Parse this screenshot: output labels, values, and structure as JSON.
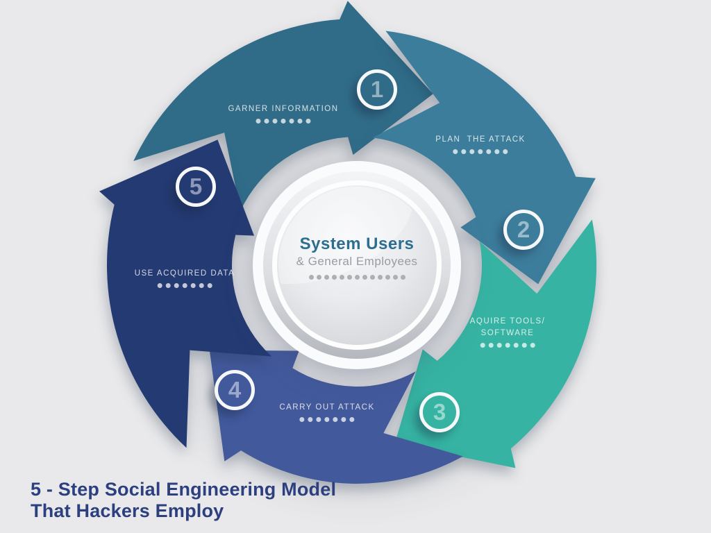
{
  "background": "#e9e9eb",
  "caption": {
    "line1": "5 - Step Social Engineering Model",
    "line2": "That Hackers Employ",
    "color": "#2c4080"
  },
  "center": {
    "title": "System Users",
    "subtitle": "& General Employees",
    "title_color": "#2c6e91",
    "subtitle_color": "#979ba3",
    "dot_count": 13
  },
  "steps": [
    {
      "number": "1",
      "label_lines": [
        "GARNER INFORMATION"
      ],
      "color": "#306c88",
      "dot_count": 7
    },
    {
      "number": "2",
      "label_lines": [
        "PLAN  THE ATTACK"
      ],
      "color": "#3d7d9c",
      "dot_count": 7
    },
    {
      "number": "3",
      "label_lines": [
        "AQUIRE TOOLS/",
        "SOFTWARE"
      ],
      "color": "#36b3a2",
      "dot_count": 7
    },
    {
      "number": "4",
      "label_lines": [
        "CARRY OUT ATTACK"
      ],
      "color": "#42599c",
      "dot_count": 7
    },
    {
      "number": "5",
      "label_lines": [
        "USE ACQUIRED DATA"
      ],
      "color": "#243a72",
      "dot_count": 7
    }
  ]
}
